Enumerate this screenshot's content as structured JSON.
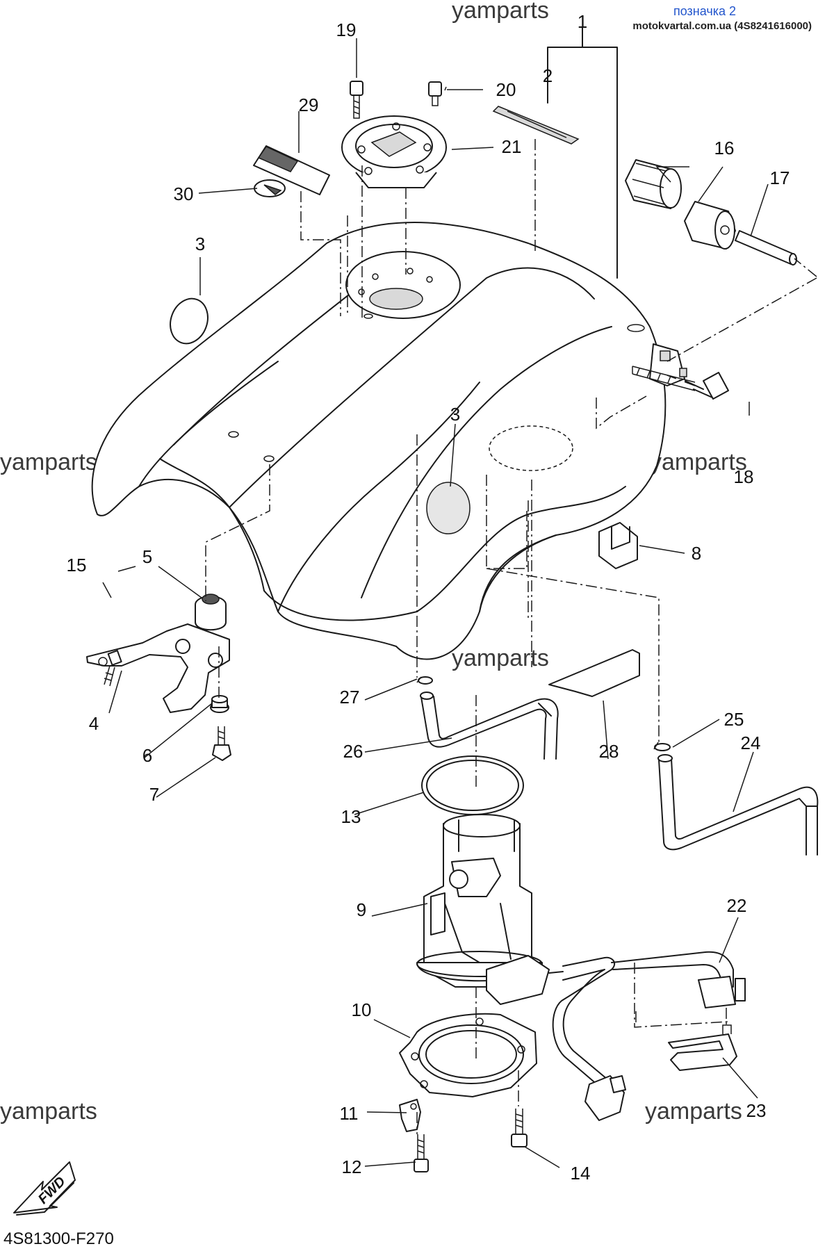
{
  "header": {
    "label": "позначка 2",
    "source": "motokvartal.com.ua (4S8241616000)"
  },
  "watermarks": [
    "yamparts",
    "yamparts",
    "yamparts",
    "yamparts",
    "yamparts",
    "yamparts"
  ],
  "parts": [
    {
      "n": "1"
    },
    {
      "n": "2"
    },
    {
      "n": "3"
    },
    {
      "n": "3"
    },
    {
      "n": "4"
    },
    {
      "n": "5"
    },
    {
      "n": "6"
    },
    {
      "n": "7"
    },
    {
      "n": "8"
    },
    {
      "n": "9"
    },
    {
      "n": "10"
    },
    {
      "n": "11"
    },
    {
      "n": "12"
    },
    {
      "n": "13"
    },
    {
      "n": "14"
    },
    {
      "n": "15"
    },
    {
      "n": "16"
    },
    {
      "n": "17"
    },
    {
      "n": "18"
    },
    {
      "n": "19"
    },
    {
      "n": "20"
    },
    {
      "n": "21"
    },
    {
      "n": "22"
    },
    {
      "n": "23"
    },
    {
      "n": "24"
    },
    {
      "n": "25"
    },
    {
      "n": "26"
    },
    {
      "n": "27"
    },
    {
      "n": "28"
    },
    {
      "n": "29"
    },
    {
      "n": "30"
    }
  ],
  "fwd_label": "FWD",
  "diagram_code": "4S81300-F270"
}
